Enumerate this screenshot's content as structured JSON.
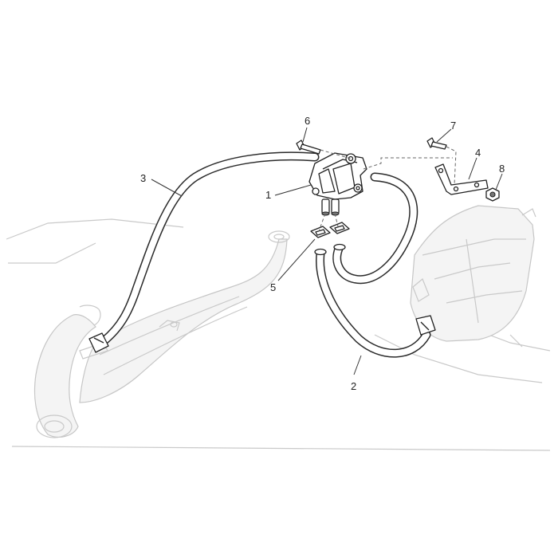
{
  "diagram": {
    "callouts": [
      {
        "id": "1",
        "label": "1"
      },
      {
        "id": "2",
        "label": "2"
      },
      {
        "id": "3",
        "label": "3"
      },
      {
        "id": "4",
        "label": "4"
      },
      {
        "id": "5",
        "label": "5"
      },
      {
        "id": "6",
        "label": "6"
      },
      {
        "id": "7",
        "label": "7"
      },
      {
        "id": "8",
        "label": "8"
      }
    ],
    "parts": [
      {
        "name": "reed-valve-assembly",
        "callout": "1"
      },
      {
        "name": "lower-hose",
        "callout": "2"
      },
      {
        "name": "upper-hose",
        "callout": "3"
      },
      {
        "name": "bracket",
        "callout": "4"
      },
      {
        "name": "gasket",
        "callout": "5"
      },
      {
        "name": "valve-screw",
        "callout": "6"
      },
      {
        "name": "bracket-screw",
        "callout": "7"
      },
      {
        "name": "nut",
        "callout": "8"
      }
    ],
    "colors": {
      "line": "#222222",
      "ghost": "#c9c9c9",
      "background": "#ffffff"
    }
  }
}
